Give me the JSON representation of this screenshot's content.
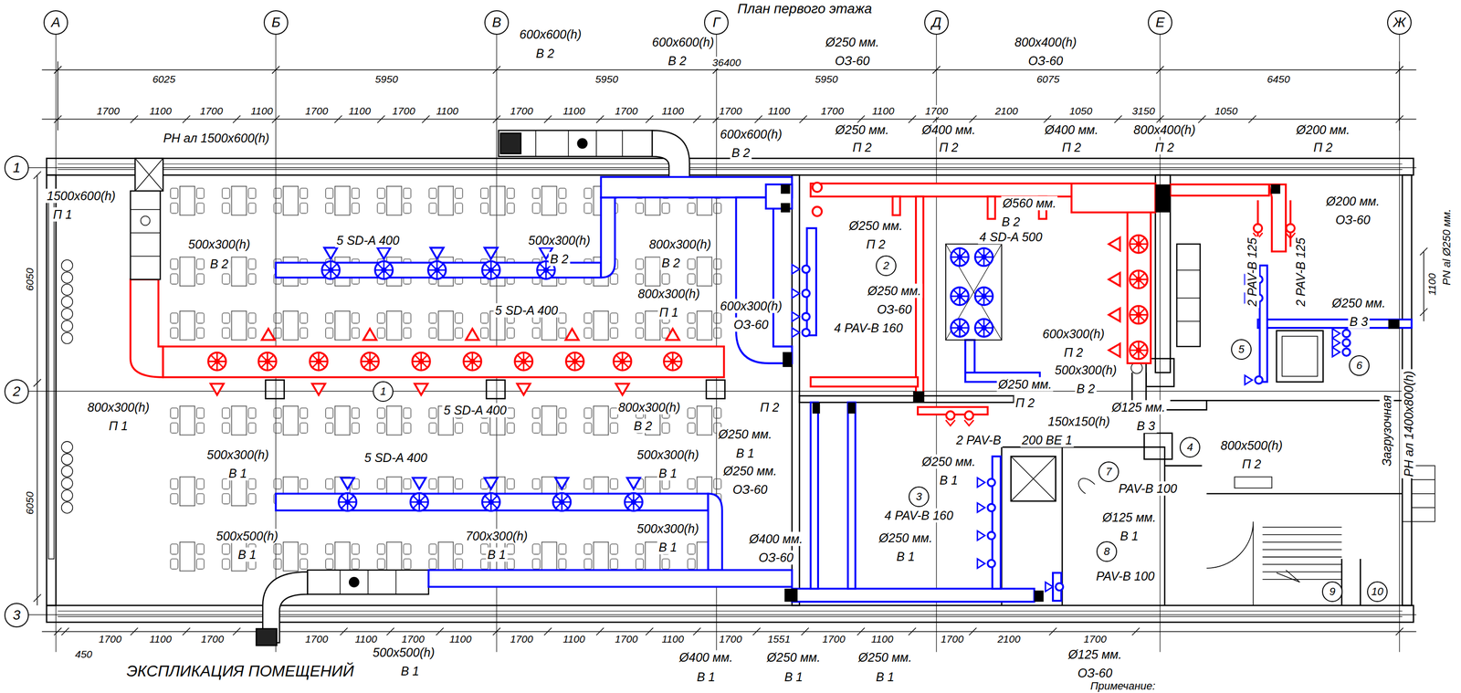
{
  "diagram": {
    "title": "План первого этажа",
    "nodes": [
      {
        "text": [
          "А"
        ]
      },
      {
        "text": [
          "Б"
        ]
      },
      {
        "text": [
          "В"
        ]
      },
      {
        "text": [
          "Г"
        ]
      },
      {
        "text": [
          "Д"
        ]
      },
      {
        "text": [
          "Е"
        ]
      },
      {
        "text": [
          "Ж"
        ]
      },
      {
        "text": [
          "1"
        ]
      },
      {
        "text": [
          "2"
        ]
      },
      {
        "text": [
          "3"
        ]
      },
      {
        "text": [
          "1"
        ]
      },
      {
        "text": [
          "2"
        ]
      },
      {
        "text": [
          "3"
        ]
      },
      {
        "text": [
          "4"
        ]
      },
      {
        "text": [
          "5"
        ]
      },
      {
        "text": [
          "6"
        ]
      },
      {
        "text": [
          "7"
        ]
      },
      {
        "text": [
          "8"
        ]
      },
      {
        "text": [
          "9"
        ]
      },
      {
        "text": [
          "10"
        ]
      }
    ],
    "labels": [
      "6025",
      "5950",
      "5950",
      "36400",
      "5950",
      "6075",
      "6450",
      "1700",
      "1100",
      "1700",
      "1100",
      "1700",
      "1100",
      "1700",
      "1100",
      "1700",
      "1100",
      "1700",
      "1100",
      "1700",
      "1100",
      "1700",
      "1100",
      "1700",
      "2100",
      "1050",
      "3150",
      "1050",
      "1700",
      "1100",
      "1700",
      "1700",
      "1100",
      "1700",
      "1100",
      "1700",
      "1100",
      "1700",
      "1100",
      "1700",
      "1551",
      "1700",
      "1100",
      "1700",
      "2100",
      "1700",
      "450",
      "6050",
      "6050",
      "1100",
      "PN al Ø250 мм.",
      "РН ал 1400x800(h)",
      "Загрузочная",
      "600x600(h)",
      "В 2",
      "600x600(h)",
      "В 2",
      "Ø250 мм.",
      "ОЗ-60",
      "800x400(h)",
      "ОЗ-60",
      "РН ал 1500x600(h)",
      "1500x600(h)",
      "П 1",
      "600x600(h)",
      "В 2",
      "Ø250 мм.",
      "П 2",
      "Ø400 мм.",
      "П 2",
      "Ø400 мм.",
      "П 2",
      "800x400(h)",
      "П 2",
      "Ø200 мм.",
      "П 2",
      "Ø200 мм.",
      "ОЗ-60",
      "Ø250 мм.",
      "П 2",
      "Ø560 мм.",
      "В 2",
      "4 SD-A 500",
      "500x300(h)",
      "В 2",
      "5 SD-A 400",
      "500x300(h)",
      "В 2",
      "800x300(h)",
      "В 2",
      "2 PAV-B 125",
      "2 PAV-B 125",
      "Ø250 мм.",
      "В 3",
      "800x300(h)",
      "П 1",
      "5 SD-A 400",
      "600x300(h)",
      "ОЗ-60",
      "Ø250 мм.",
      "ОЗ-60",
      "4 PAV-B 160",
      "600x300(h)",
      "П 2",
      "500x300(h)",
      "В 2",
      "Ø250 мм.",
      "П 2",
      "5 SD-A 400",
      "800x300(h)",
      "П 1",
      "800x300(h)",
      "В 2",
      "П 2",
      "2 PAV-B",
      "150x150(h)",
      "200 BE 1",
      "Ø125 мм.",
      "В 3",
      "Ø250 мм.",
      "В 1",
      "Ø250 мм.",
      "ОЗ-60",
      "Ø250 мм.",
      "В 1",
      "4 PAV-B 160",
      "Ø250 мм.",
      "В 1",
      "5 SD-A 400",
      "500x300(h)",
      "В 1",
      "500x300(h)",
      "В 1",
      "PAV-B 100",
      "Ø125 мм.",
      "В 1",
      "PAV-B 100",
      "800x500(h)",
      "П 2",
      "500x500(h)",
      "В 1",
      "700x300(h)",
      "В 1",
      "500x300(h)",
      "В 1",
      "Ø400 мм.",
      "ОЗ-60",
      "500x500(h)",
      "В 1",
      "Ø400 мм.",
      "В 1",
      "Ø250 мм.",
      "В 1",
      "Ø250 мм.",
      "В 1",
      "Ø125 мм.",
      "ОЗ-60",
      "ЭКСПЛИКАЦИЯ ПОМЕЩЕНИЙ",
      "Примечание:"
    ]
  }
}
